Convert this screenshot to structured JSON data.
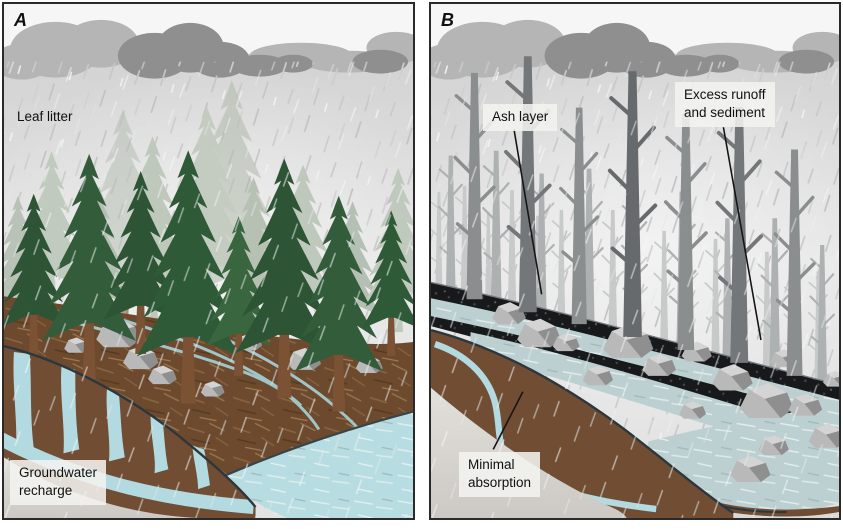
{
  "figure": {
    "title_note": "Two-panel hillslope hydrology illustration: forested vs. burned watershed",
    "panels": [
      {
        "letter": "A",
        "labels": {
          "leaf_litter": "Leaf litter",
          "groundwater": "Groundwater\nrecharge"
        }
      },
      {
        "letter": "B",
        "labels": {
          "ash": "Ash layer",
          "excess": "Excess runoff\nand sediment",
          "minimal": "Minimal\nabsorption"
        }
      }
    ]
  },
  "palette": {
    "cloud_light": "#b5b5b5",
    "cloud_dark": "#8f8f8f",
    "rain_sky": "#d9d9d9",
    "tree_green_dark": "#2c5435",
    "tree_green_mid": "#39663f",
    "tree_pale": "#bec8bb",
    "trunk_brown": "#7b5233",
    "litter_brown": "#6d4a2e",
    "soil_brown": "#704d33",
    "water_blue": "#b2dae0",
    "runoff_blue": "#bccfd1",
    "ash_black": "#17191b",
    "snag_gray": "#8b8e8f",
    "rock_gray": "#b9b9b9",
    "cutaway_gray": "#dbd9d5",
    "outline_dark": "#2b373d"
  }
}
